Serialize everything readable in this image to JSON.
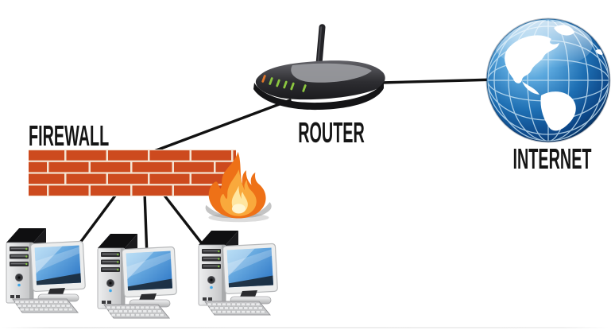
{
  "diagram": {
    "labels": {
      "firewall": "FIREWALL",
      "router": "ROUTER",
      "internet": "INTERNET"
    },
    "nodes": [
      {
        "id": "firewall",
        "label": "FIREWALL",
        "type": "brick-wall-with-flame"
      },
      {
        "id": "router",
        "label": "ROUTER",
        "type": "wireless-router",
        "leds": [
          "orange",
          "green",
          "green",
          "green",
          "green",
          "green"
        ]
      },
      {
        "id": "internet",
        "label": "INTERNET",
        "type": "globe"
      },
      {
        "id": "pc-1",
        "label": "",
        "type": "desktop-computer"
      },
      {
        "id": "pc-2",
        "label": "",
        "type": "desktop-computer"
      },
      {
        "id": "pc-3",
        "label": "",
        "type": "desktop-computer"
      }
    ],
    "connections": [
      {
        "from": "router",
        "to": "firewall"
      },
      {
        "from": "router",
        "to": "internet"
      },
      {
        "from": "firewall",
        "to": "pc-1"
      },
      {
        "from": "firewall",
        "to": "pc-2"
      },
      {
        "from": "firewall",
        "to": "pc-3"
      }
    ]
  },
  "colors": {
    "background": "#ffffff",
    "label_text": "#151515",
    "connection_line": "#121212",
    "brick": "#cd4a1e",
    "mortar": "#f4e3d2",
    "flame_outer": "#ee7117",
    "flame_mid": "#f9a93c",
    "flame_inner": "#ffe6a0",
    "flame_core": "#fff7d8",
    "flame_shadow": "#9c9c9c",
    "router_body_dark": "#232326",
    "router_sheen": "#9a9ba0",
    "led_orange": "#e0762a",
    "led_green": "#8bc63f",
    "globe_grid": "#cfe8f7",
    "continent": "#ffffff",
    "screen_blue": "#3b87d8",
    "tower_face": "#d9dadc",
    "keyboard_base": "#c9cacc"
  }
}
